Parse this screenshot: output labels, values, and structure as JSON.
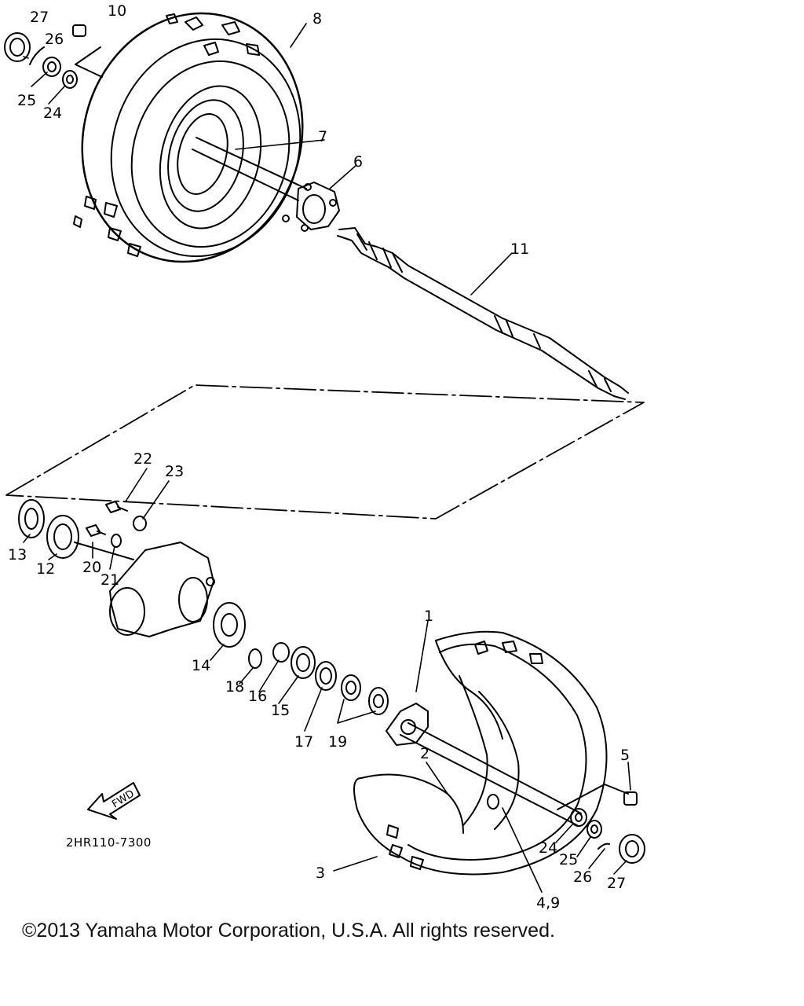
{
  "diagram": {
    "labels": {
      "l27a": "27",
      "l10": "10",
      "l26a": "26",
      "l8": "8",
      "l25a": "25",
      "l24a": "24",
      "l7": "7",
      "l6": "6",
      "l11": "11",
      "l22": "22",
      "l23": "23",
      "l13": "13",
      "l12": "12",
      "l20": "20",
      "l21": "21",
      "l14": "14",
      "l18": "18",
      "l16": "16",
      "l15": "15",
      "l17": "17",
      "l19": "19",
      "l1": "1",
      "l2": "2",
      "l5": "5",
      "l3": "3",
      "l49": "4,9",
      "l24b": "24",
      "l25b": "25",
      "l26b": "26",
      "l27b": "27"
    },
    "fwd_label": "FWD",
    "diagram_code": "2HR110-7300"
  },
  "footer": {
    "copyright": "©2013 Yamaha Motor Corporation, U.S.A. All rights reserved."
  }
}
